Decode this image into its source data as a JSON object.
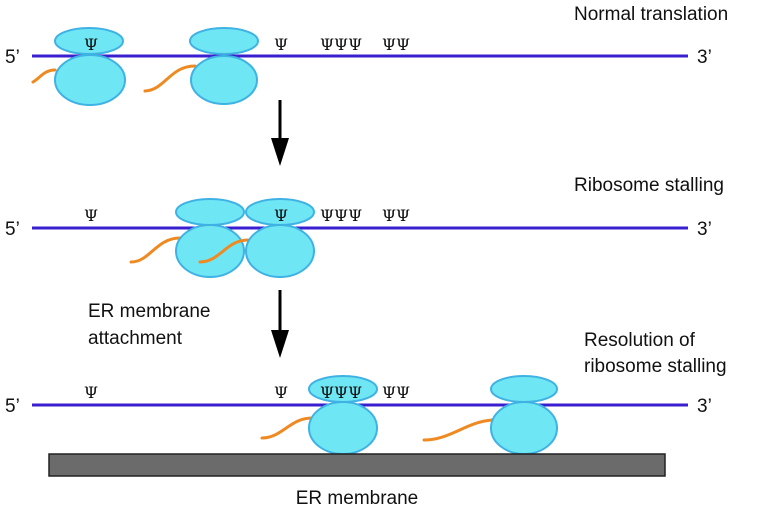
{
  "panels": {
    "normal": {
      "title": "Normal translation",
      "five_prime": "5’",
      "three_prime": "3’",
      "psi": "Ψ",
      "psi_triple": "ΨΨΨ",
      "psi_double": "ΨΨ"
    },
    "stalling": {
      "title": "Ribosome stalling",
      "five_prime": "5’",
      "three_prime": "3’",
      "psi": "Ψ",
      "psi_triple": "ΨΨΨ",
      "psi_double": "ΨΨ"
    },
    "resolution": {
      "title_line1": "Resolution of",
      "title_line2": "ribosome stalling",
      "five_prime": "5’",
      "three_prime": "3’",
      "psi": "Ψ",
      "psi_triple": "ΨΨΨ",
      "psi_double": "ΨΨ"
    }
  },
  "er_attachment": {
    "line1": "ER membrane",
    "line2": "attachment"
  },
  "membrane_label": "ER membrane",
  "colors": {
    "mrna": "#3a1fd0",
    "ribosome_fill": "#6fe6f4",
    "ribosome_outline": "#3fb2e3",
    "nascent_chain": "#ef8a22",
    "membrane": "#6b6b6b"
  }
}
